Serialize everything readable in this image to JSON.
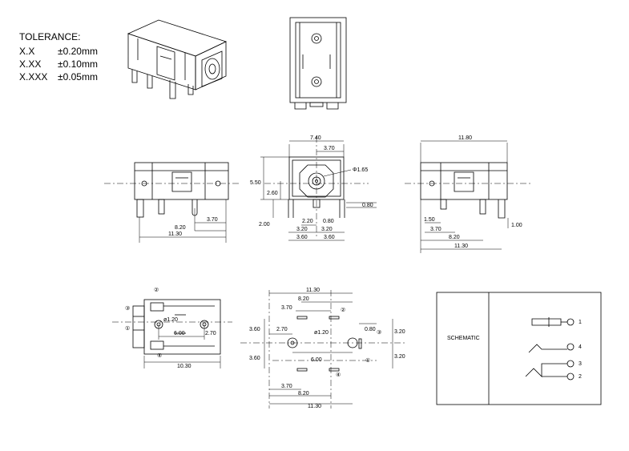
{
  "tolerance": {
    "title": "TOLERANCE:",
    "rows": [
      {
        "key": "X.X",
        "value": "±0.20mm"
      },
      {
        "key": "X.XX",
        "value": "±0.10mm"
      },
      {
        "key": "X.XXX",
        "value": "±0.05mm"
      }
    ]
  },
  "front_view": {
    "dims": {
      "width": "7.40",
      "half": "3.70",
      "height": "5.50",
      "center": "2.60",
      "dia": "Φ1.65",
      "pin_gap": "0.80",
      "offset": "2.20",
      "pin_w": "0.80",
      "pin_len": "2.00",
      "half_a": "3.20",
      "half_b": "3.20",
      "outer_a": "3.60",
      "outer_b": "3.60"
    }
  },
  "left_view": {
    "dims": {
      "a": "3.70",
      "b": "8.20",
      "c": "11.30"
    }
  },
  "right_view": {
    "dims": {
      "total": "11.80",
      "a": "1.50",
      "b": "3.70",
      "c": "8.20",
      "d": "11.30",
      "e": "1.00"
    }
  },
  "bottom_view": {
    "dims": {
      "dia": "ø1.20",
      "a": "6.00",
      "b": "2.70",
      "c": "10.30"
    },
    "pins": [
      "①",
      "②",
      "③",
      "④"
    ]
  },
  "pcb_layout": {
    "dims": {
      "top_total": "11.30",
      "top_b": "8.20",
      "top_a": "3.70",
      "left_a": "3.60",
      "left_b": "3.60",
      "inner_a": "2.70",
      "dia": "ø1.20",
      "slot": "0.80",
      "right_a": "3.20",
      "right_b": "3.20",
      "mid": "6.00",
      "bot_a": "3.70",
      "bot_b": "8.20",
      "bot_total": "11.30"
    },
    "pins": [
      "①",
      "②",
      "③",
      "④"
    ]
  },
  "schematic": {
    "label": "SCHEMATIC",
    "pins": [
      "1",
      "4",
      "3",
      "2"
    ]
  }
}
